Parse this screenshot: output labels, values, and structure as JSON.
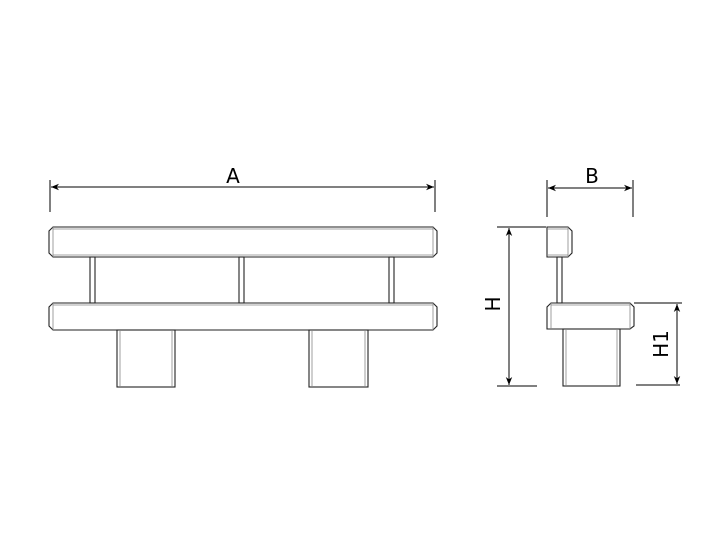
{
  "diagram": {
    "labels": {
      "length": "A",
      "depth": "B",
      "height": "H",
      "seat_height": "H1"
    },
    "line_color": "#222222"
  }
}
